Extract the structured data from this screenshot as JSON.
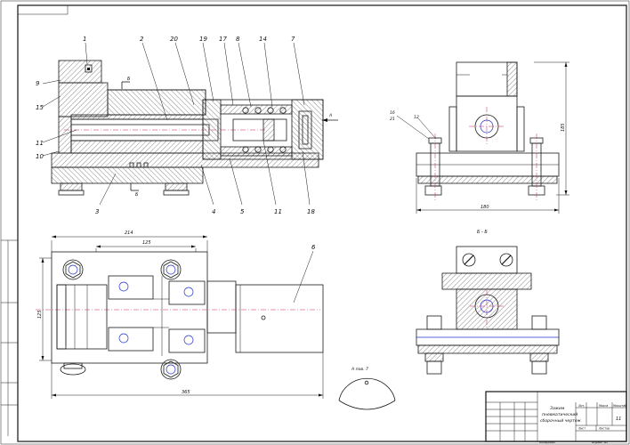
{
  "drawing": {
    "part_labels": [
      "1",
      "2",
      "20",
      "19",
      "17",
      "8",
      "14",
      "7",
      "9",
      "15",
      "11",
      "10",
      "3",
      "4",
      "5",
      "11",
      "18",
      "16",
      "21",
      "12",
      "6"
    ],
    "section_marker": "Б",
    "arrow_label": "A",
    "section_title": "Б - Б",
    "view_title": "A пов. 7"
  },
  "dimensions": {
    "top_width": "214",
    "inner_width": "125",
    "left_height": "125",
    "bottom_width": "365",
    "side_width": "180",
    "side_height": "185"
  },
  "title_block": {
    "name_line1": "Зажим",
    "name_line2": "пневматический",
    "name_line3": "сборочный чертеж",
    "sheet_no": "11",
    "copied": "Копировал",
    "format": "Формат  А1",
    "col_lit": "Лит.",
    "col_mass": "Масса",
    "col_scale": "Масштаб",
    "col_sheet": "Лист",
    "col_sheets": "Листов"
  }
}
